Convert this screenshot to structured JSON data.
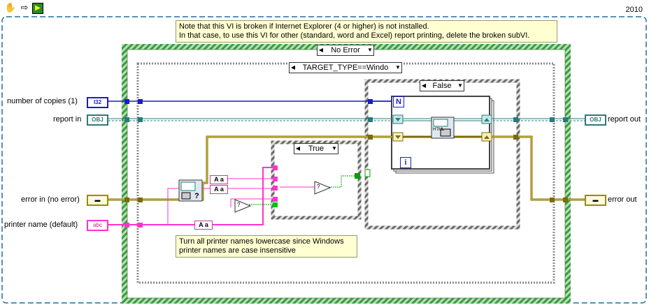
{
  "toolbar": {
    "run_icon": "hand-icon",
    "step_icon": "arrow-right-icon",
    "app_icon": "labview-icon"
  },
  "version": "2010",
  "note_top": {
    "line1": "Note that this VI is broken if Internet Explorer (4 or higher) is not installed.",
    "line2": "In that case, to use this VI for other (standard, word and Excel) report printing, delete the broken subVI."
  },
  "note_bottom": {
    "line1": "Turn all printer names lowercase since Windows",
    "line2": "printer names are case insensitive"
  },
  "outer_case": {
    "selector": "No Error"
  },
  "target_case": {
    "selector": "TARGET_TYPE==Windo"
  },
  "inner_case_true": {
    "selector": "True"
  },
  "inner_case_false": {
    "selector": "False"
  },
  "controls": {
    "copies": {
      "label": "number of copies (1)",
      "type": "I32"
    },
    "report_in": {
      "label": "report in",
      "type": "OBJ"
    },
    "error_in": {
      "label": "error in (no error)"
    },
    "printer": {
      "label": "printer name (default)",
      "type": "abc"
    }
  },
  "indicators": {
    "report_out": {
      "label": "report out",
      "type": "OBJ"
    },
    "error_out": {
      "label": "error out"
    }
  },
  "loop_terminals": {
    "n": "N",
    "i": "i"
  },
  "nodes": {
    "lowercase_1": "A a",
    "lowercase_2": "A a",
    "lowercase_3": "A a",
    "compare_1": "?",
    "compare_2": "?",
    "html_label": "HTML"
  },
  "colors": {
    "case_green": "#2e8b3a",
    "case_gray": "#5a5a5a",
    "wire_blue": "#0000cc",
    "wire_teal": "#2b7a7a",
    "wire_error": "#8a7a00",
    "wire_pink": "#ff33cc",
    "wire_green": "#00a000"
  }
}
